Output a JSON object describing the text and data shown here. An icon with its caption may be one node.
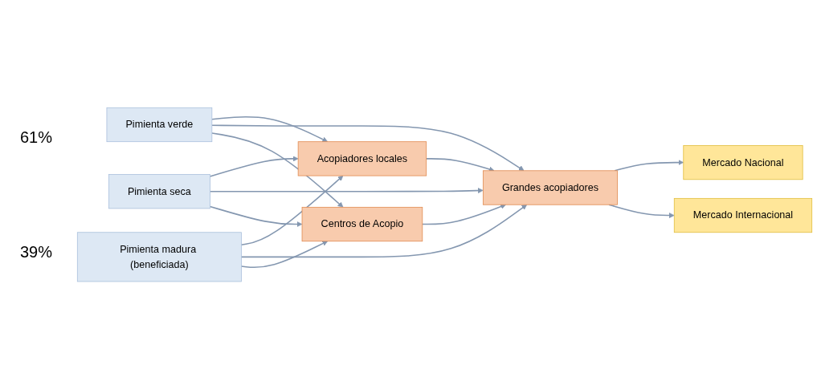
{
  "diagram": {
    "nodes": [
      {
        "text": [
          "Pimienta verde"
        ]
      },
      {
        "text": [
          "Pimienta seca"
        ]
      },
      {
        "text": [
          "Pimienta madura (beneficiada)"
        ]
      },
      {
        "text": [
          "Acopiadores locales"
        ]
      },
      {
        "text": [
          "Grandes acopiadores"
        ]
      },
      {
        "text": [
          "Centros de Acopio"
        ]
      },
      {
        "text": [
          "Mercado Nacional"
        ]
      },
      {
        "text": [
          "Mercado Internacional"
        ]
      }
    ],
    "edges": [
      {
        "from": 0,
        "to": 3,
        "arrow": "to"
      },
      {
        "from": 0,
        "to": 4,
        "arrow": "to"
      },
      {
        "from": 0,
        "to": 5,
        "arrow": "to"
      },
      {
        "from": 1,
        "to": 3,
        "arrow": "to"
      },
      {
        "from": 1,
        "to": 4,
        "arrow": "to"
      },
      {
        "from": 1,
        "to": 5,
        "arrow": "to"
      },
      {
        "from": 2,
        "to": 3,
        "arrow": "to"
      },
      {
        "from": 2,
        "to": 4,
        "arrow": "to"
      },
      {
        "from": 2,
        "to": 5,
        "arrow": "to"
      },
      {
        "from": 3,
        "to": 4,
        "arrow": "to"
      },
      {
        "from": 5,
        "to": 4,
        "arrow": "to"
      },
      {
        "from": 4,
        "to": 6,
        "arrow": "to"
      },
      {
        "from": 4,
        "to": 7,
        "arrow": "to"
      }
    ],
    "labels": [
      "61%",
      "39%"
    ]
  }
}
